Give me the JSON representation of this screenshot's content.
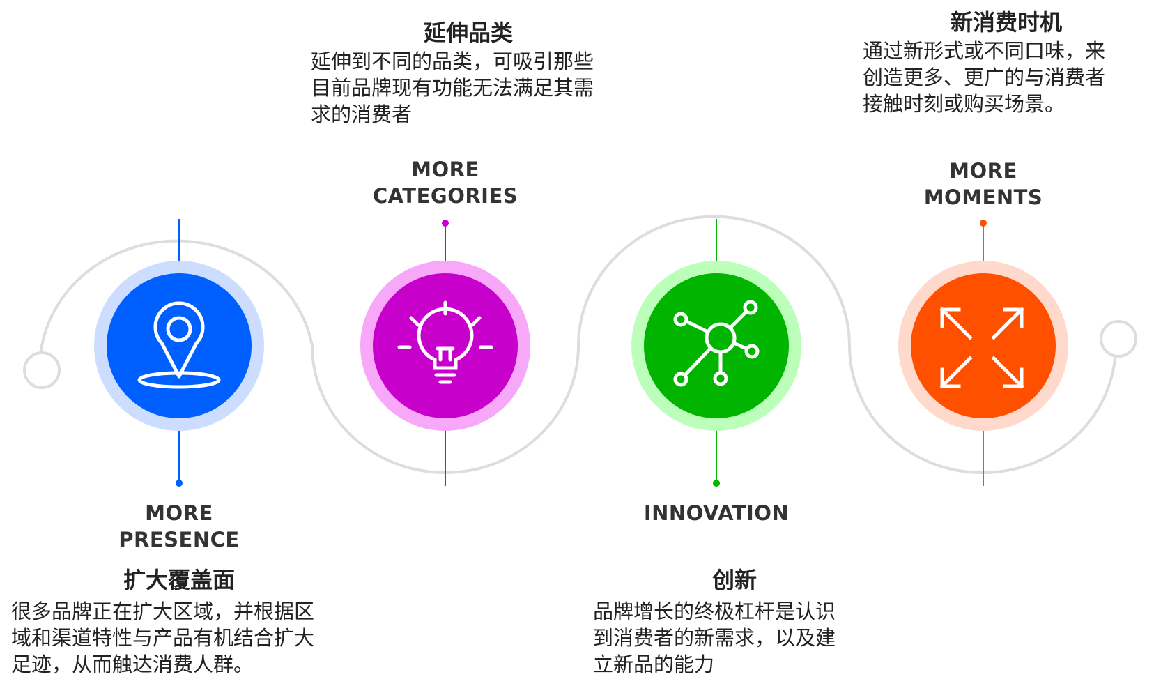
{
  "stages": [
    {
      "id": "presence",
      "label_line1": "MORE",
      "label_line2": "PRESENCE",
      "title": "扩大覆盖面",
      "body": [
        "很多品牌正在扩大区域，并根据区",
        "域和渠道特性与产品有机结合扩大",
        "足迹，从而触达消费人群。"
      ],
      "icon": "location-pin-icon",
      "color": "#0060FF",
      "light": "#CCDDFF"
    },
    {
      "id": "categories",
      "label_line1": "MORE",
      "label_line2": "CATEGORIES",
      "title": "延伸品类",
      "body": [
        "延伸到不同的品类，可吸引那些",
        "目前品牌现有功能无法满足其需",
        "求的消费者"
      ],
      "icon": "lightbulb-icon",
      "color": "#C800CC",
      "light": "#F8A8F8"
    },
    {
      "id": "innovation",
      "label_line1": "INNOVATION",
      "title": "创新",
      "body": [
        "品牌增长的终极杠杆是认识",
        "到消费者的新需求，以及建",
        "立新品的能力"
      ],
      "icon": "network-hub-icon",
      "color": "#00B400",
      "light": "#BBFFBB"
    },
    {
      "id": "moments",
      "label_line1": "MORE",
      "label_line2": "MOMENTS",
      "title": "新消费时机",
      "body": [
        "通过新形式或不同口味，来",
        "创造更多、更广的与消费者",
        "接触时刻或购买场景。"
      ],
      "icon": "expand-arrows-icon",
      "color": "#FF5000",
      "light": "#FFDACC"
    }
  ],
  "path_color": "#DDDDDD"
}
